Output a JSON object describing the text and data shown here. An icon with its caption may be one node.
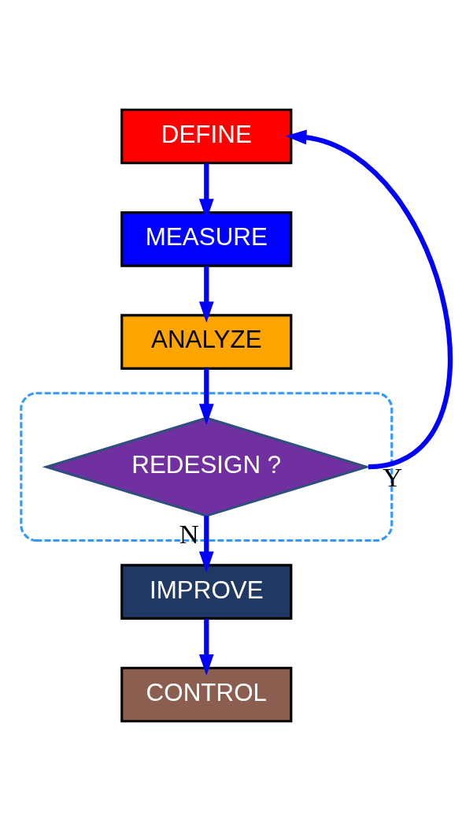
{
  "diagram": {
    "nodes": [
      {
        "text": [
          "DEFINE"
        ]
      },
      {
        "text": [
          "MEASURE"
        ]
      },
      {
        "text": [
          "ANALYZE"
        ]
      },
      {
        "text": [],
        "shape": "box"
      },
      {
        "text": [
          "REDESIGN ?"
        ],
        "in": 3
      },
      {
        "text": [
          "IMPROVE"
        ]
      },
      {
        "text": [
          "CONTROL"
        ]
      }
    ],
    "edges": [
      {
        "from": 0,
        "to": 1,
        "arrow": "to"
      },
      {
        "from": 1,
        "to": 2,
        "arrow": "to"
      },
      {
        "from": 2,
        "to": 4,
        "arrow": "to"
      },
      {
        "from": 4,
        "to": 5,
        "label": "N",
        "arrow": "to"
      },
      {
        "from": 4,
        "to": 0,
        "label": "Y",
        "arrow": "to"
      },
      {
        "from": 5,
        "to": 6,
        "arrow": "to"
      }
    ]
  }
}
